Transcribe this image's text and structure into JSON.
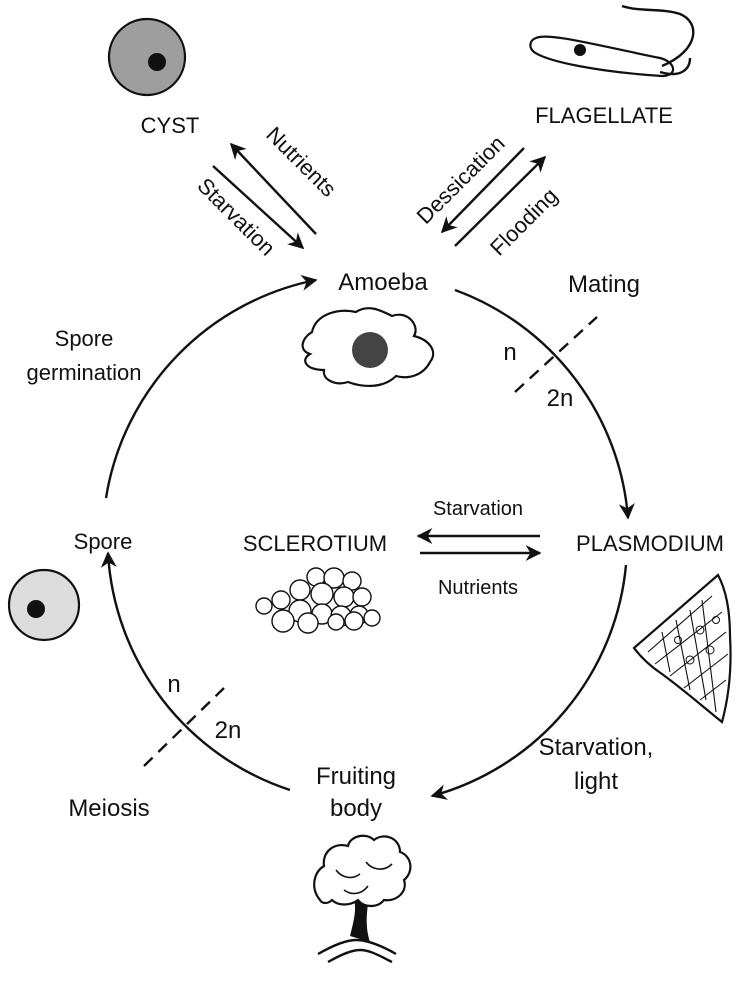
{
  "stages": {
    "cyst": "CYST",
    "flagellate": "FLAGELLATE",
    "amoeba": "Amoeba",
    "plasmodium": "PLASMODIUM",
    "sclerotium": "SCLEROTIUM",
    "spore": "Spore",
    "fruiting_body_line1": "Fruiting",
    "fruiting_body_line2": "body"
  },
  "transitions": {
    "nutrients_to_amoeba": "Nutrients",
    "starvation_to_cyst": "Starvation",
    "dessication": "Dessication",
    "flooding": "Flooding",
    "mating": "Mating",
    "spore_germination_line1": "Spore",
    "spore_germination_line2": "germination",
    "starvation_to_sclerotium": "Starvation",
    "nutrients_to_plasmodium": "Nutrients",
    "starvation_light_line1": "Starvation,",
    "starvation_light_line2": "light",
    "meiosis": "Meiosis"
  },
  "ploidy": {
    "mating_haploid": "n",
    "mating_diploid": "2n",
    "meiosis_haploid": "n",
    "meiosis_diploid": "2n"
  },
  "colors": {
    "ink": "#111111",
    "cyst_fill": "#9e9e9e",
    "spore_fill": "#dcdcdc",
    "nucleus_fill": "#3a3a3a"
  }
}
